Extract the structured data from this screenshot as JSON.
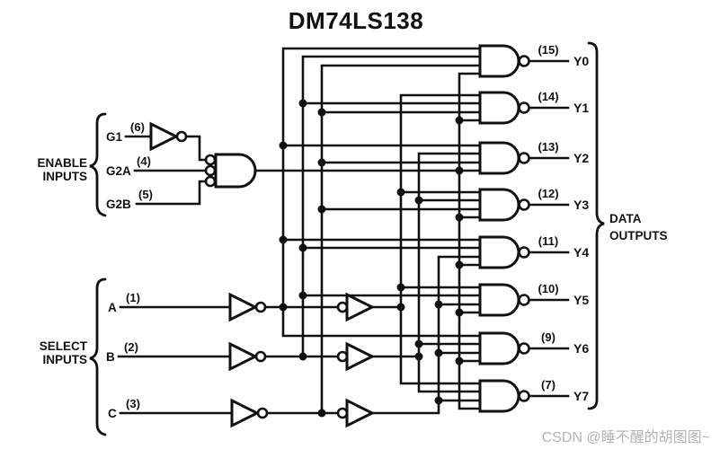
{
  "title": "DM74LS138",
  "watermark": "CSDN @睡不醒的胡图图~",
  "colors": {
    "line": "#111111",
    "background": "#ffffff",
    "watermark_text": "#b5b5b5"
  },
  "enable_inputs": {
    "group_label_line1": "ENABLE",
    "group_label_line2": "INPUTS",
    "signals": [
      {
        "name": "G1",
        "pin": "(6)"
      },
      {
        "name": "G2A",
        "pin": "(4)"
      },
      {
        "name": "G2B",
        "pin": "(5)"
      }
    ]
  },
  "select_inputs": {
    "group_label_line1": "SELECT",
    "group_label_line2": "INPUTS",
    "signals": [
      {
        "name": "A",
        "pin": "(1)"
      },
      {
        "name": "B",
        "pin": "(2)"
      },
      {
        "name": "C",
        "pin": "(3)"
      }
    ]
  },
  "data_outputs": {
    "group_label_line1": "DATA",
    "group_label_line2": "OUTPUTS",
    "signals": [
      {
        "name": "Y0",
        "pin": "(15)"
      },
      {
        "name": "Y1",
        "pin": "(14)"
      },
      {
        "name": "Y2",
        "pin": "(13)"
      },
      {
        "name": "Y3",
        "pin": "(12)"
      },
      {
        "name": "Y4",
        "pin": "(11)"
      },
      {
        "name": "Y5",
        "pin": "(10)"
      },
      {
        "name": "Y6",
        "pin": "(9)"
      },
      {
        "name": "Y7",
        "pin": "(7)"
      }
    ]
  }
}
